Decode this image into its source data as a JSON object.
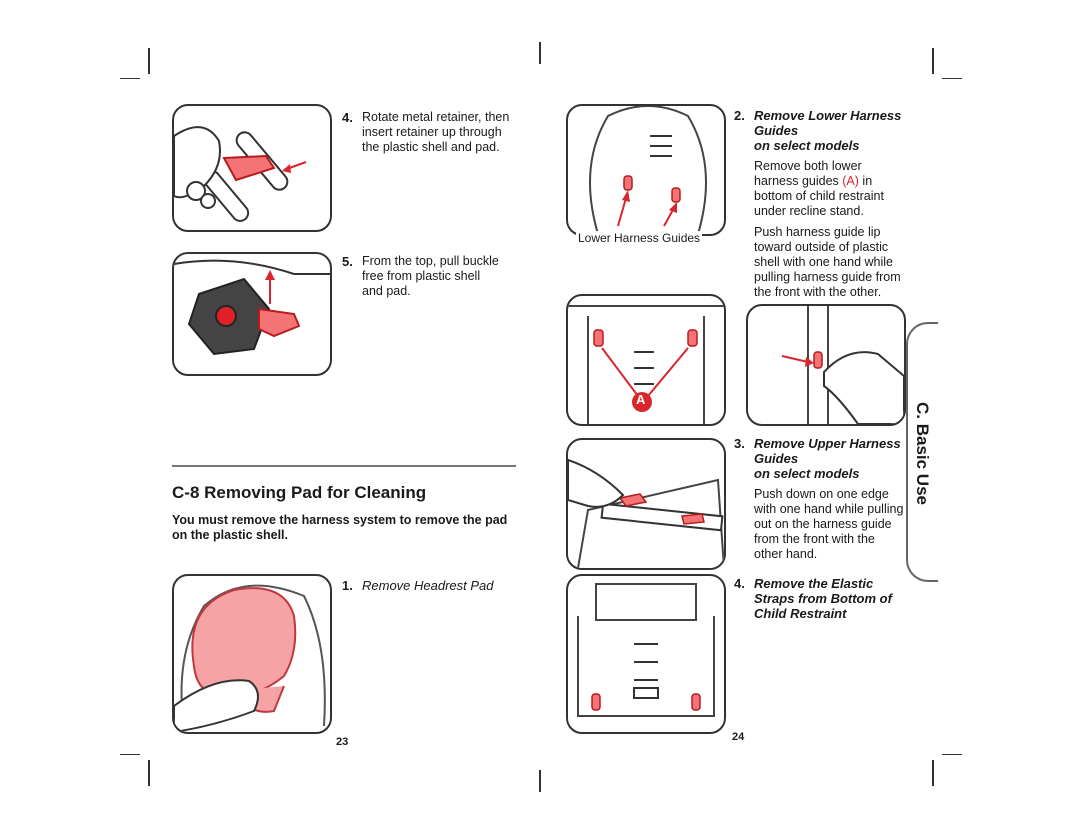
{
  "left_page": {
    "step4": {
      "num": "4.",
      "text": "Rotate metal retainer, then insert retainer up through the plastic shell and pad."
    },
    "step5": {
      "num": "5.",
      "text": "From the top, pull buckle free from plastic shell and pad."
    },
    "section": {
      "code": "C-8",
      "title": "Removing Pad for Cleaning"
    },
    "warning": "You must remove the harness system to remove the pad on the plastic shell.",
    "step1": {
      "num": "1.",
      "head": "Remove Headrest Pad"
    },
    "page_number": "23"
  },
  "right_page": {
    "caption": "Lower Harness Guides",
    "callout_letter": "A",
    "step2": {
      "num": "2.",
      "head_line1": "Remove Lower Harness",
      "head_line2": "Guides",
      "head_line3": "on select models",
      "p1_a": "Remove both lower harness guides ",
      "p1_hl": "(A)",
      "p1_b": " in bottom of child restraint under recline stand.",
      "p2": "Push harness guide lip toward outside of plastic shell with one hand while pulling harness guide from the front with the other."
    },
    "step3": {
      "num": "3.",
      "head_line1": "Remove Upper Harness",
      "head_line2": "Guides",
      "head_line3": "on select models",
      "p1": "Push down on one edge with one hand while pulling out on the harness guide from the front with the other hand."
    },
    "step4": {
      "num": "4.",
      "head_line1": "Remove the Elastic",
      "head_line2": "Straps from Bottom of",
      "head_line3": "Child Restraint"
    },
    "page_number": "24",
    "side_tab": "C. Basic Use"
  },
  "colors": {
    "accent": "#d9262c",
    "pad_pink": "#f5a3a5",
    "line": "#333333"
  }
}
